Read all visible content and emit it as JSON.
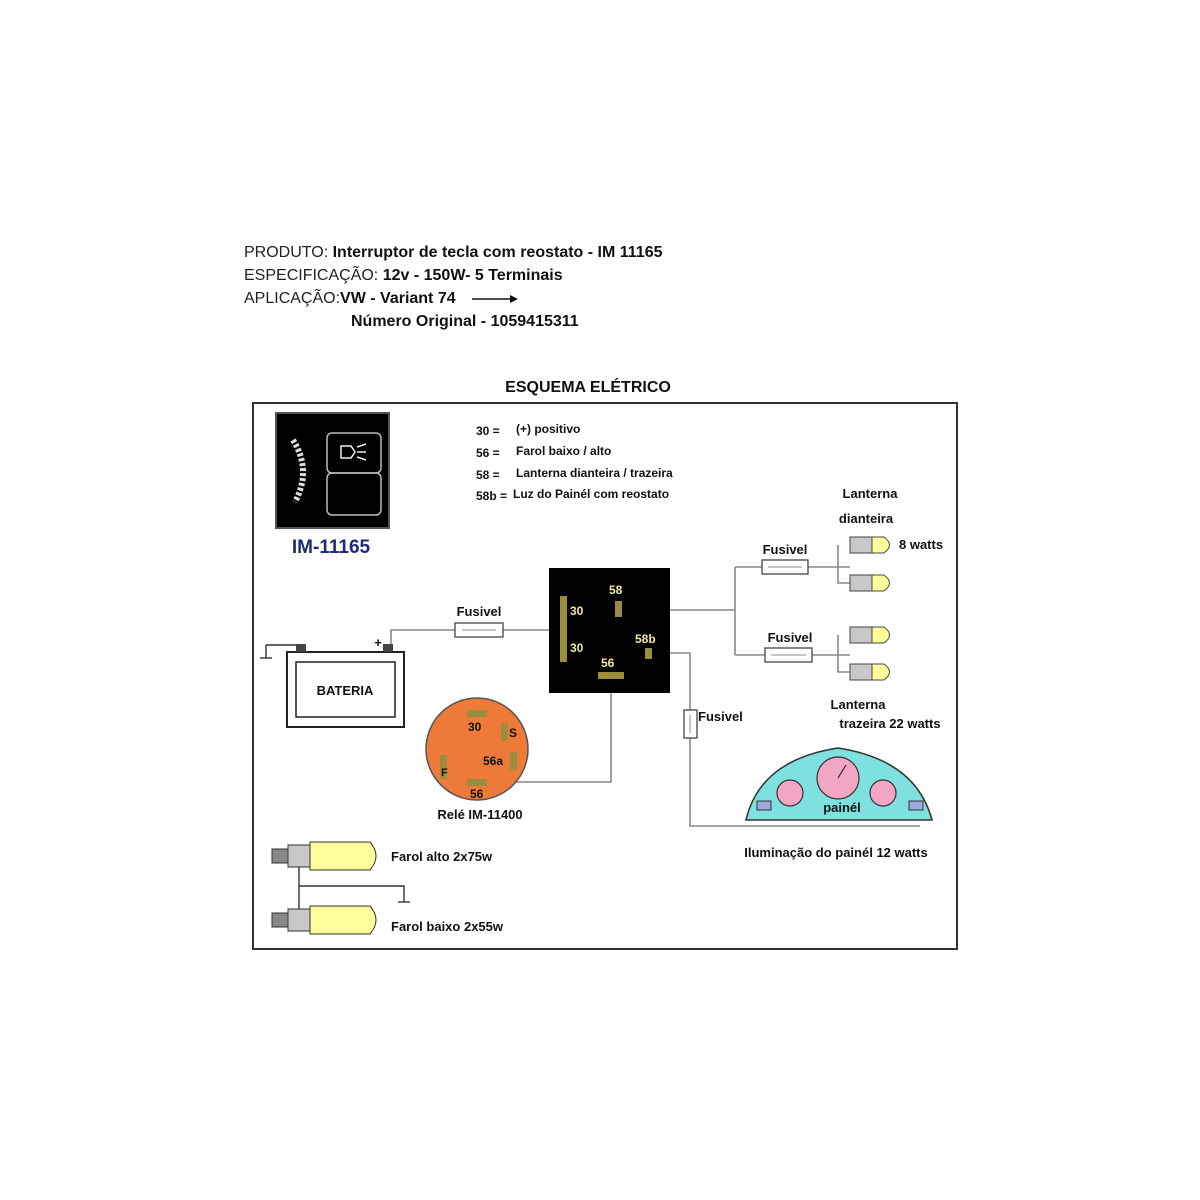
{
  "spec": {
    "produto_key": "PRODUTO:",
    "produto_val": "Interruptor de tecla com reostato  - IM 11165",
    "especificacao_key": "ESPECIFICAÇÃO:",
    "especificacao_val": "12v  - 150W- 5 Terminais",
    "aplicacao_key": "APLICAÇÃO:",
    "aplicacao_val": "VW  - Variant 74",
    "numero_original": "Número Original - 1059415311"
  },
  "diagram": {
    "title": "ESQUEMA ELÉTRICO",
    "switch_model": "IM-11165",
    "legend": [
      {
        "code": "30 =",
        "desc": "(+) positivo"
      },
      {
        "code": "56 =",
        "desc": "Farol baixo / alto"
      },
      {
        "code": "58 =",
        "desc": "Lanterna dianteira / trazeira"
      },
      {
        "code": "58b =",
        "desc": "Luz do Painél com reostato"
      }
    ],
    "switch_terminals": {
      "t30a": "30",
      "t30b": "30",
      "t58": "58",
      "t58b": "58b",
      "t56": "56"
    },
    "battery_label": "BATERIA",
    "battery_plus": "+",
    "fuse_label": "Fusivel",
    "relay_label": "Relé IM-11400",
    "relay_terminals": {
      "t30": "30",
      "s": "S",
      "t56a": "56a",
      "f": "F",
      "t56": "56"
    },
    "front_lamp_label_1": "Lanterna",
    "front_lamp_label_2": "dianteira",
    "front_lamp_watts": "8 watts",
    "rear_lamp_label_1": "Lanterna",
    "rear_lamp_label_2": "trazeira 22 watts",
    "panel_label": "painél",
    "panel_caption": "Iluminação do painél 12 watts",
    "headlight_high": "Farol alto 2x75w",
    "headlight_low": "Farol baixo 2x55w"
  },
  "colors": {
    "switch_body": "#000000",
    "terminal": "#9a8d3c",
    "relay": "#ee7a3a",
    "panel": "#7fe0e0",
    "gauge": "#f3a6c4",
    "lamp": "#ffff99",
    "title_blue": "#1f2a78"
  }
}
